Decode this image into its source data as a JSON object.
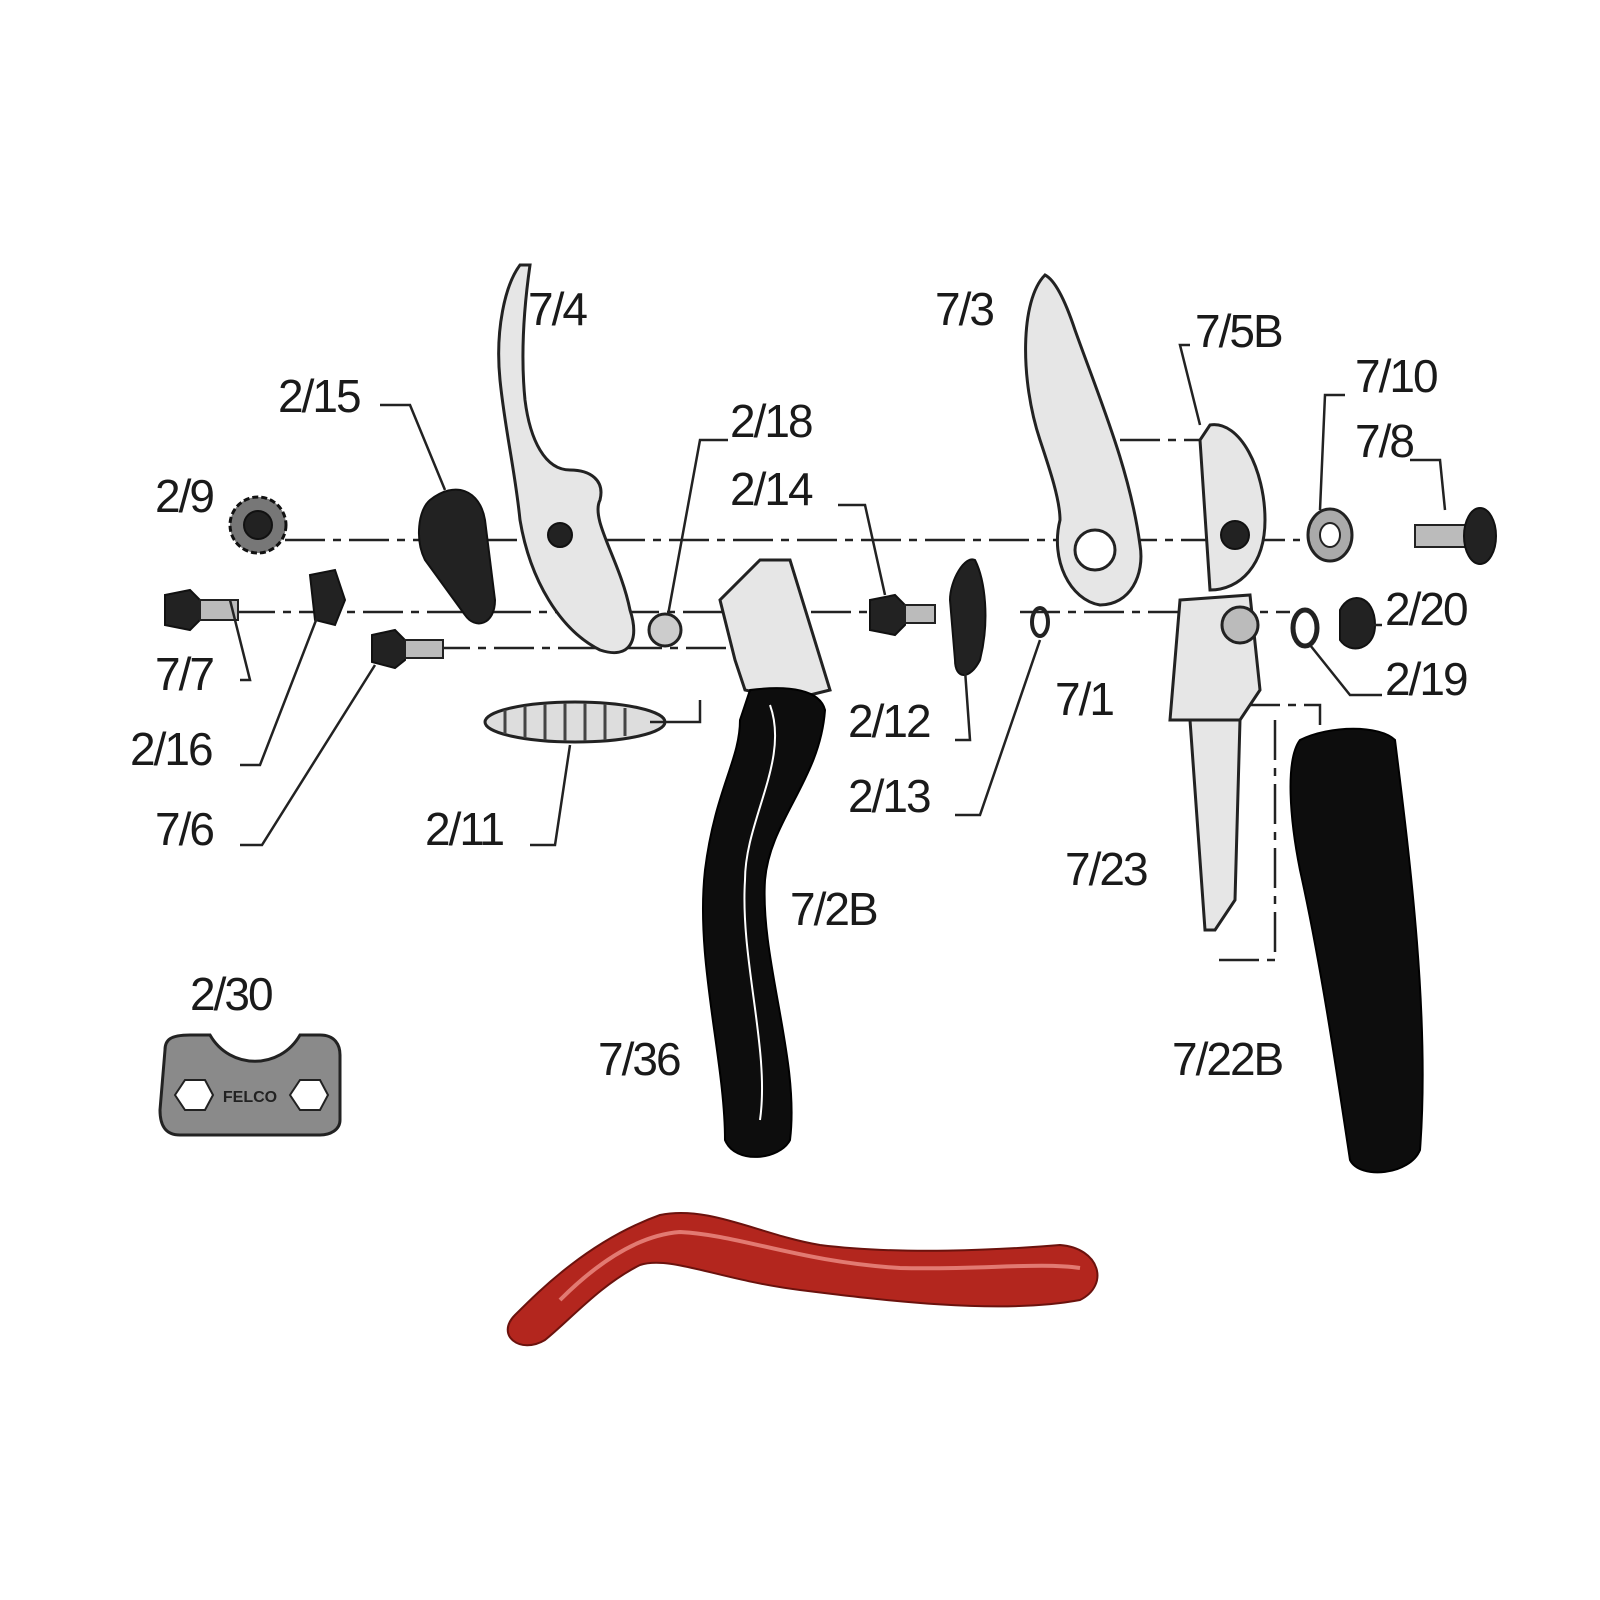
{
  "diagram": {
    "parts": [
      {
        "id": "7/4"
      },
      {
        "id": "2/15"
      },
      {
        "id": "2/9"
      },
      {
        "id": "7/7"
      },
      {
        "id": "2/16"
      },
      {
        "id": "7/6"
      },
      {
        "id": "2/11"
      },
      {
        "id": "2/18"
      },
      {
        "id": "2/14"
      },
      {
        "id": "7/2B"
      },
      {
        "id": "7/36"
      },
      {
        "id": "2/30"
      },
      {
        "id": "7/3"
      },
      {
        "id": "7/5B"
      },
      {
        "id": "7/10"
      },
      {
        "id": "7/8"
      },
      {
        "id": "2/20"
      },
      {
        "id": "2/19"
      },
      {
        "id": "7/1"
      },
      {
        "id": "2/12"
      },
      {
        "id": "2/13"
      },
      {
        "id": "7/23"
      },
      {
        "id": "7/22B"
      }
    ],
    "wrench_logo": "FELCO",
    "colors": {
      "red_handle": "#b3261e",
      "grip": "#0d0d0d",
      "metal": "#e6e6e6"
    }
  }
}
